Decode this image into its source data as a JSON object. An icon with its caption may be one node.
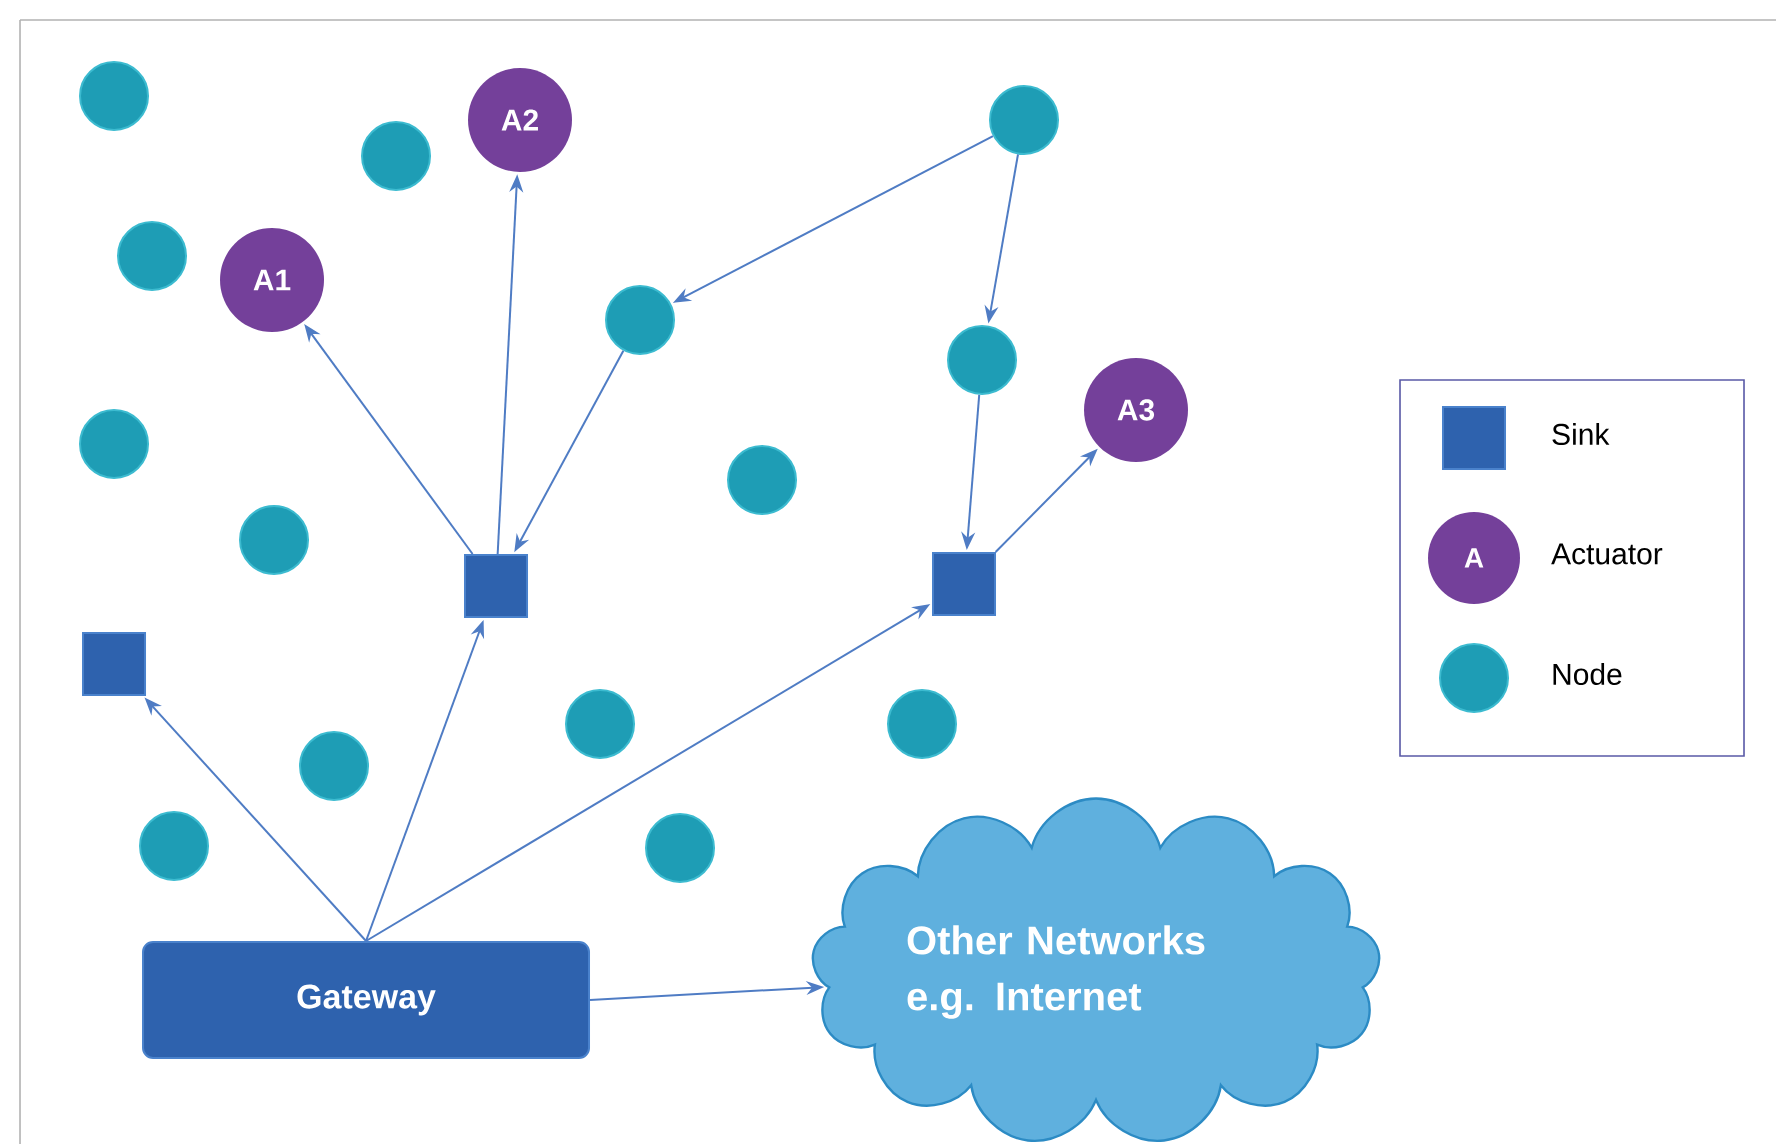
{
  "diagram": {
    "nodes": [
      {
        "text": [],
        "shape": "circle"
      },
      {
        "text": [],
        "shape": "circle"
      },
      {
        "text": [
          "A2"
        ]
      },
      {
        "text": [],
        "shape": "circle"
      },
      {
        "text": [],
        "shape": "circle"
      },
      {
        "text": [
          "A1"
        ]
      },
      {
        "text": [],
        "shape": "circle"
      },
      {
        "text": [],
        "shape": "circle"
      },
      {
        "text": [
          "A3"
        ]
      },
      {
        "text": [],
        "shape": "circle"
      },
      {
        "text": [],
        "shape": "circle"
      },
      {
        "text": [],
        "shape": "circle"
      },
      {
        "text": [],
        "shape": "box"
      },
      {
        "text": [],
        "shape": "box"
      },
      {
        "text": [],
        "shape": "box"
      },
      {
        "text": [],
        "shape": "circle"
      },
      {
        "text": [],
        "shape": "circle"
      },
      {
        "text": [],
        "shape": "circle"
      },
      {
        "text": [],
        "shape": "circle"
      },
      {
        "text": [],
        "shape": "circle"
      },
      {
        "text": [
          "Gateway"
        ]
      },
      {
        "text": [
          "Other Networks e.g. Internet"
        ]
      }
    ],
    "edges": [
      {
        "from": 20,
        "to": 14,
        "arrow": "to"
      },
      {
        "from": 20,
        "to": 13,
        "arrow": "to"
      },
      {
        "from": 20,
        "to": 12,
        "arrow": "to"
      },
      {
        "from": 20,
        "to": 21,
        "arrow": "to"
      },
      {
        "from": 13,
        "to": 5,
        "arrow": "to"
      },
      {
        "from": 13,
        "to": 2,
        "arrow": "to"
      },
      {
        "from": 6,
        "to": 13,
        "arrow": "to"
      },
      {
        "from": 1,
        "to": 6,
        "arrow": "to"
      },
      {
        "from": 1,
        "to": 7,
        "arrow": "to"
      },
      {
        "from": 7,
        "to": 12,
        "arrow": "to"
      },
      {
        "from": 12,
        "to": 8,
        "arrow": "to"
      }
    ],
    "labels": [
      "A"
    ],
    "legend": [
      {
        "text": "Sink"
      },
      {
        "text": "Actuator"
      },
      {
        "text": "Node"
      }
    ]
  }
}
